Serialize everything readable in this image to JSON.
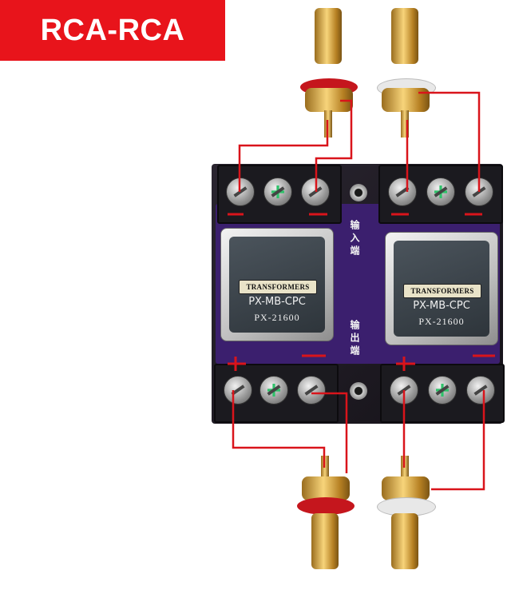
{
  "label": {
    "text": "RCA-RCA",
    "background": "#e8141b"
  },
  "silkscreen": {
    "input": "输入端",
    "output": "输出端"
  },
  "transformers": [
    {
      "brand": "TRANSFORMERS",
      "model": "PX-MB-CPC",
      "code": "PX-21600"
    },
    {
      "brand": "TRANSFORMERS",
      "model": "PX-MB-CPC",
      "code": "PX-21600"
    }
  ],
  "colors": {
    "wire": "#d9141b",
    "pcb": "#3b1f6e",
    "rca_red_ring": "#c5161d",
    "rca_white_ring": "#e8e8e8"
  }
}
